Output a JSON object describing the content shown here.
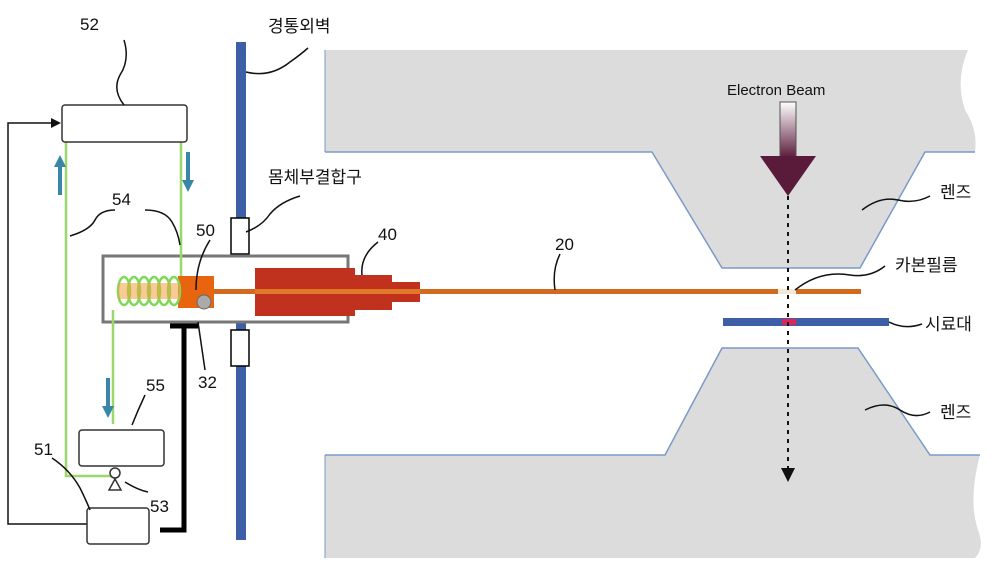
{
  "labels": {
    "n52": "52",
    "n54": "54",
    "n50": "50",
    "n40": "40",
    "n20": "20",
    "n55": "55",
    "n32": "32",
    "n51": "51",
    "n53": "53",
    "column_wall": "경통외벽",
    "body_coupler": "몸체부결합구",
    "electron_beam": "Electron Beam",
    "lens_upper": "렌즈",
    "carbon_film": "카본필름",
    "sample_stage": "시료대",
    "lens_lower": "렌즈"
  },
  "colors": {
    "wall": "#3c5fa8",
    "holder": "#c0321e",
    "rod": "#d2691e",
    "coil": "#7ed957",
    "wire": "#9bd86a",
    "arrow": "#3a86a8",
    "lens": "#dcdcdc",
    "lens_edge": "#7a9ac8",
    "beam_fill": "#5a1a3a",
    "stage": "#3c5fa8"
  }
}
